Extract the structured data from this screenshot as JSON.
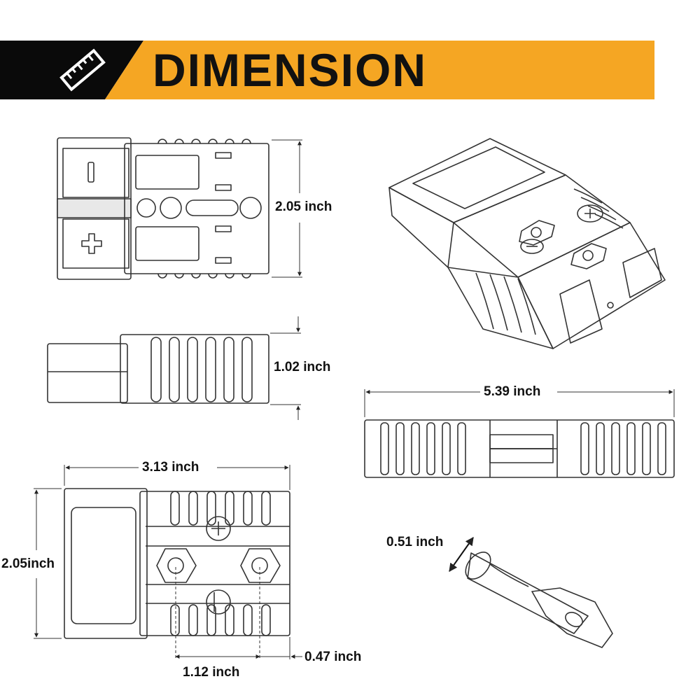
{
  "header": {
    "title": "DIMENSION",
    "icon": "ruler-icon",
    "colors": {
      "black_band": "#0a0a0a",
      "accent": "#f5a623"
    }
  },
  "dimensions": {
    "top_view_height": "2.05 inch",
    "side_view_height": "1.02 inch",
    "total_length": "5.39 inch",
    "bottom_view_width": "3.13 inch",
    "bottom_view_height": "2.05inch",
    "terminal_diameter": "0.51 inch",
    "hole_spacing": "1.12 inch",
    "edge_offset": "0.47 inch"
  },
  "symbols": {
    "negative": "minus-icon",
    "positive": "plus-icon"
  }
}
